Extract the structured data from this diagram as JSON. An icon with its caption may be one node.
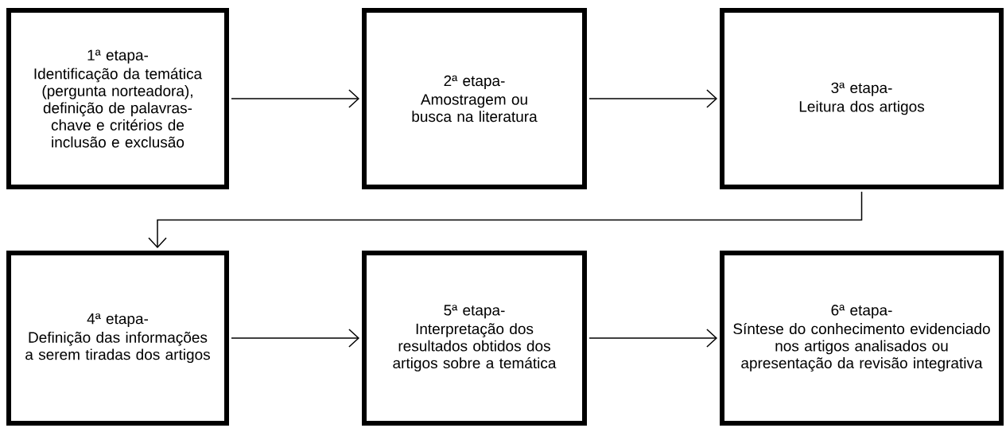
{
  "diagram": {
    "nodes": [
      {
        "text": [
          "1ª etapa-",
          "Identificação da temática (pergunta norteadora), definição de palavras-chave e critérios de inclusão e exclusão"
        ]
      },
      {
        "text": [
          "2ª etapa-",
          "Amostragem ou busca na literatura"
        ]
      },
      {
        "text": [
          "3ª etapa-",
          "Leitura dos artigos"
        ]
      },
      {
        "text": [
          "4ª etapa-",
          "Definição das informações a serem tiradas dos artigos"
        ]
      },
      {
        "text": [
          "5ª etapa-",
          "Interpretação dos resultados obtidos dos artigos sobre a temática"
        ]
      },
      {
        "text": [
          "6ª etapa-",
          "Síntese do conhecimento evidenciado nos artigos analisados ou apresentação da revisão integrativa"
        ]
      }
    ],
    "edges": [
      {
        "from": 0,
        "to": 1,
        "arrow": "to"
      },
      {
        "from": 1,
        "to": 2,
        "arrow": "to"
      },
      {
        "from": 2,
        "to": 3,
        "arrow": "to"
      },
      {
        "from": 3,
        "to": 4,
        "arrow": "to"
      },
      {
        "from": 4,
        "to": 5,
        "arrow": "to"
      }
    ]
  }
}
